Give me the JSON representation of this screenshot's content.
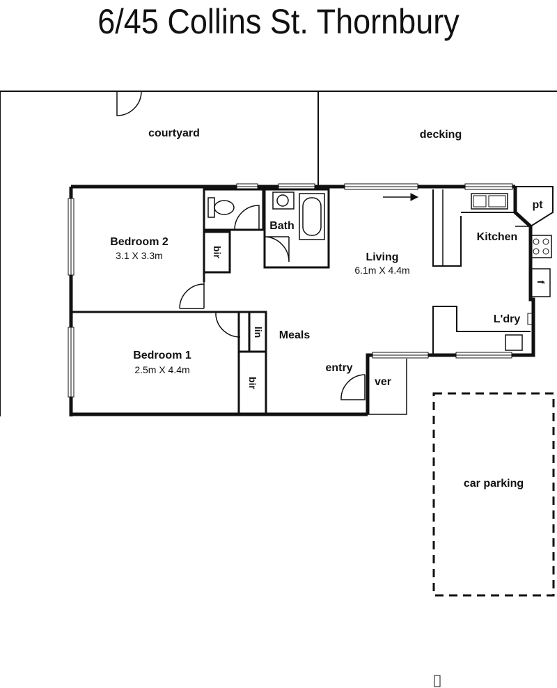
{
  "title": "6/45 Collins St. Thornbury",
  "rooms": {
    "courtyard": "courtyard",
    "decking": "decking",
    "bedroom2": "Bedroom 2",
    "bedroom2_dim": "3.1 X 3.3m",
    "bath": "Bath",
    "living": "Living",
    "living_dim": "6.1m X 4.4m",
    "kitchen": "Kitchen",
    "pantry": "pt",
    "fridge": "f",
    "laundry": "L'dry",
    "meals": "Meals",
    "bedroom1": "Bedroom 1",
    "bedroom1_dim": "2.5m X 4.4m",
    "entry": "entry",
    "verandah": "ver",
    "car_parking": "car parking",
    "bir_bed2": "bir",
    "bir_bed1": "bir",
    "linen": "lin"
  }
}
